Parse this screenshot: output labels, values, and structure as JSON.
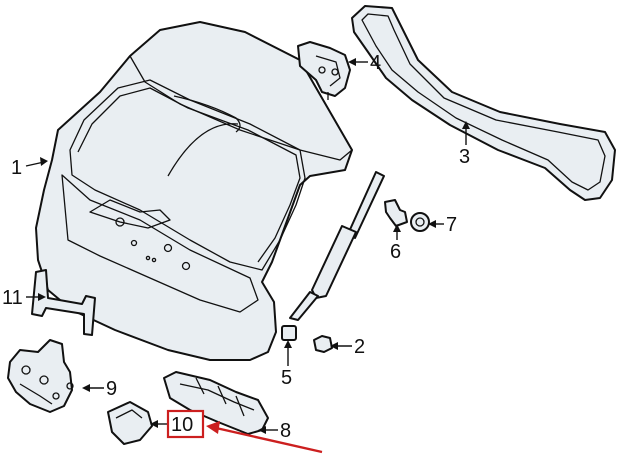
{
  "colors": {
    "part_fill": "#e9eef2",
    "line": "#111111",
    "highlight": "#cc1f1f"
  },
  "callouts": {
    "c1": "1",
    "c2": "2",
    "c3": "3",
    "c4": "4",
    "c5": "5",
    "c6": "6",
    "c7": "7",
    "c8": "8",
    "c9": "9",
    "c10": "10",
    "c11": "11"
  },
  "highlighted_callout": "10"
}
